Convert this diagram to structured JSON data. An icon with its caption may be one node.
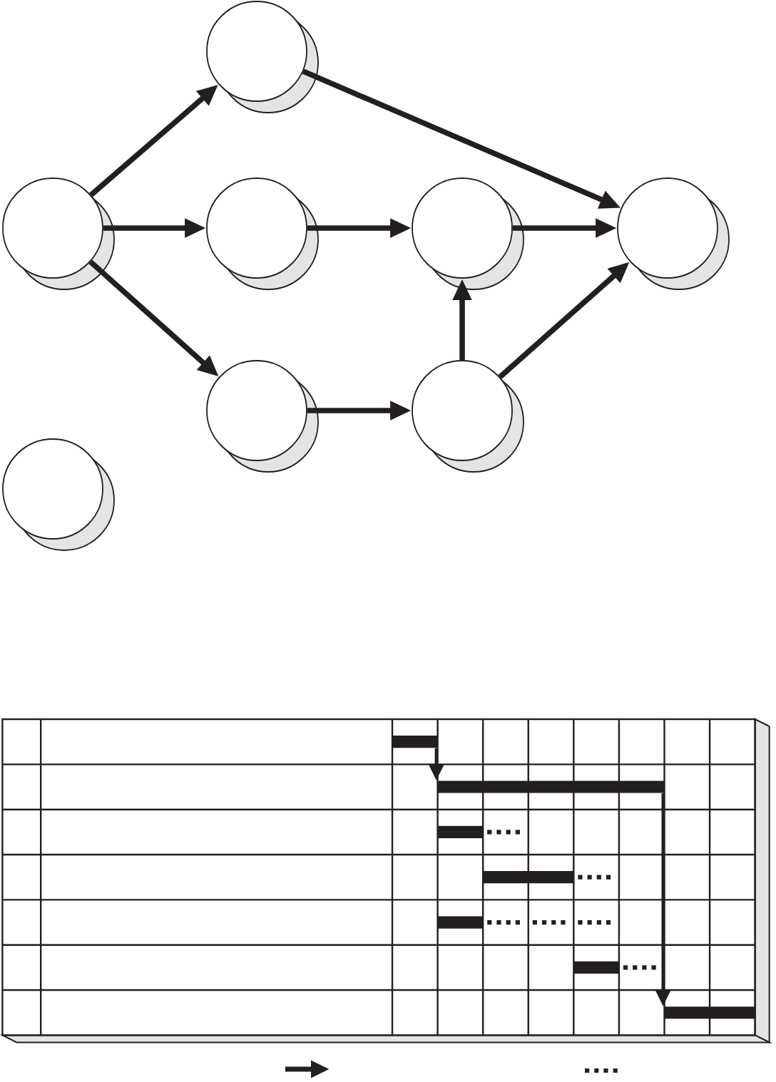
{
  "diagram": {
    "nodes": [
      {
        "text": [],
        "shape": "circle"
      },
      {
        "text": [],
        "shape": "circle"
      },
      {
        "text": [],
        "shape": "circle"
      },
      {
        "text": [],
        "shape": "circle"
      },
      {
        "text": [],
        "shape": "circle"
      },
      {
        "text": [],
        "shape": "circle"
      },
      {
        "text": [],
        "shape": "circle"
      },
      {
        "text": [],
        "shape": "circle"
      },
      {
        "text": [],
        "shape": "bar"
      },
      {
        "text": [],
        "shape": "bar"
      },
      {
        "text": [],
        "shape": "bar"
      },
      {
        "text": [],
        "shape": "bar"
      },
      {
        "text": [],
        "shape": "bar"
      },
      {
        "text": [],
        "shape": "bar"
      },
      {
        "text": [],
        "shape": "bar"
      }
    ],
    "edges": [
      {
        "from": 1,
        "to": 0,
        "arrow": "to"
      },
      {
        "from": 1,
        "to": 2,
        "arrow": "to"
      },
      {
        "from": 1,
        "to": 5,
        "arrow": "to"
      },
      {
        "from": 0,
        "to": 4,
        "arrow": "to"
      },
      {
        "from": 2,
        "to": 3,
        "arrow": "to"
      },
      {
        "from": 3,
        "to": 4,
        "arrow": "to"
      },
      {
        "from": 5,
        "to": 6,
        "arrow": "to"
      },
      {
        "from": 6,
        "to": 3,
        "arrow": "to"
      },
      {
        "from": 6,
        "to": 4,
        "arrow": "to"
      },
      {
        "from": 8,
        "to": 9,
        "arrow": "to"
      },
      {
        "from": 9,
        "to": 14,
        "arrow": "to"
      }
    ]
  }
}
